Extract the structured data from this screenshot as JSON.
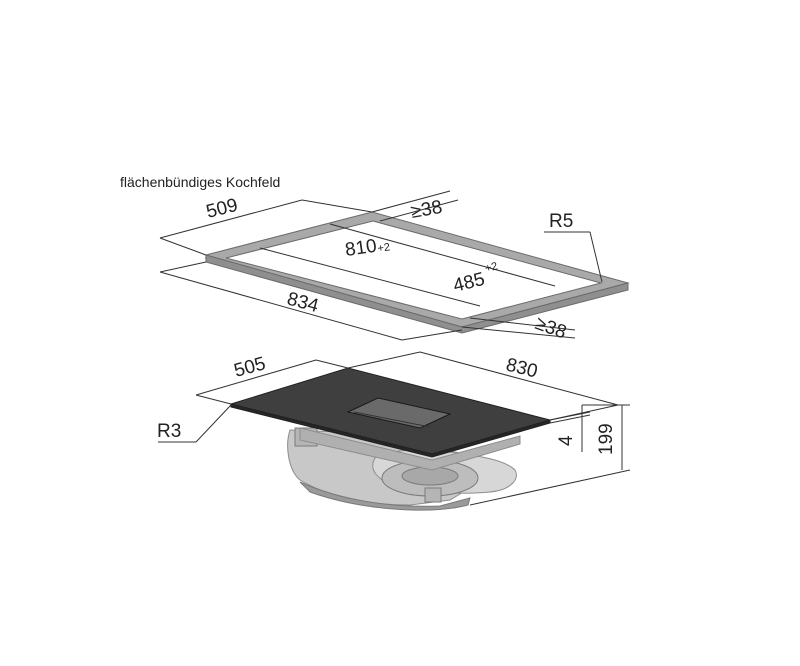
{
  "caption": "flächenbündiges Kochfeld",
  "cutout": {
    "depth": "509",
    "width": "834",
    "inner_length": "810",
    "inner_length_tol": "+2",
    "inner_depth": "485",
    "inner_depth_tol": "+2",
    "min_edge_top": "≥38",
    "min_edge_bottom": "≥38",
    "radius": "R5"
  },
  "hob": {
    "depth": "505",
    "width": "830",
    "radius": "R3",
    "glass_thickness": "4",
    "total_height": "199"
  },
  "colors": {
    "frame": "#a9a9a9",
    "frame_edge": "#6b6b6b",
    "glass": "#3f3f3f",
    "glass_edge": "#222222",
    "motor": "#c8c8c8",
    "motor_dark": "#8d8d8d"
  }
}
